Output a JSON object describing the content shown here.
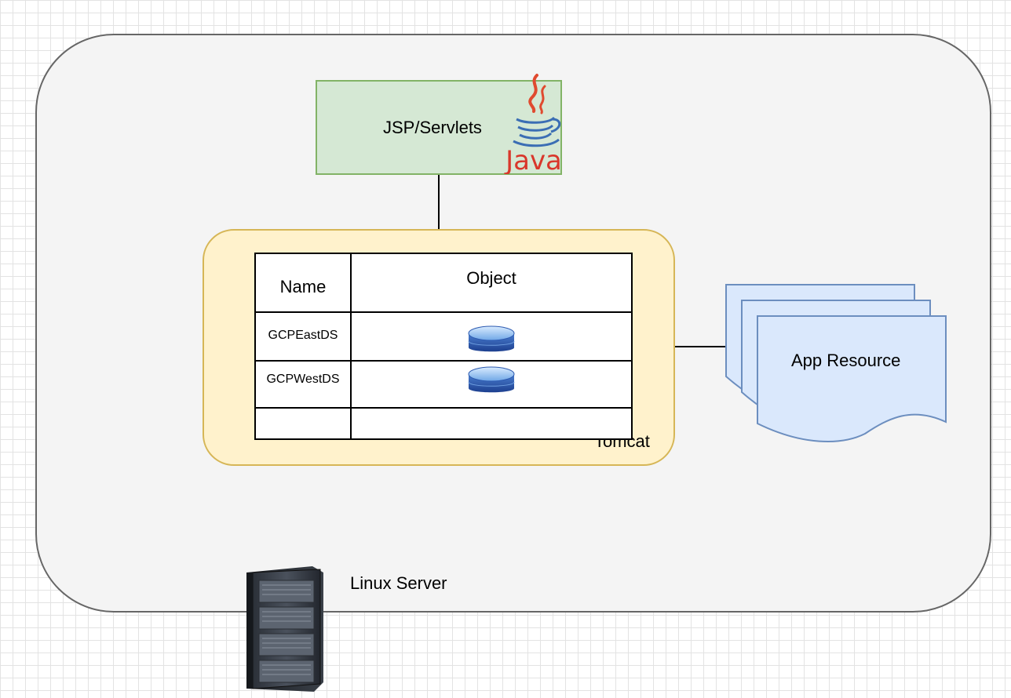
{
  "server": {
    "label": "Linux Server",
    "icon": "server-rack-icon"
  },
  "jsp": {
    "label": "JSP/Servlets",
    "logo_text": "Java",
    "logo_icon": "java-logo-icon",
    "fill": "#d5e8d4",
    "stroke": "#82b366"
  },
  "tomcat": {
    "label": "Tomcat",
    "fill": "#fff2cc",
    "stroke": "#d6b656",
    "table": {
      "headers": {
        "name": "Name",
        "object": "Object"
      },
      "rows": [
        {
          "name": "GCPEastDS",
          "object_icon": "database-icon"
        },
        {
          "name": "GCPWestDS",
          "object_icon": "database-icon"
        },
        {
          "name": "",
          "object_icon": ""
        }
      ]
    }
  },
  "app_resource": {
    "label": "App Resource",
    "icon": "multi-document-icon",
    "fill": "#dae8fc",
    "stroke": "#6c8ebf"
  }
}
